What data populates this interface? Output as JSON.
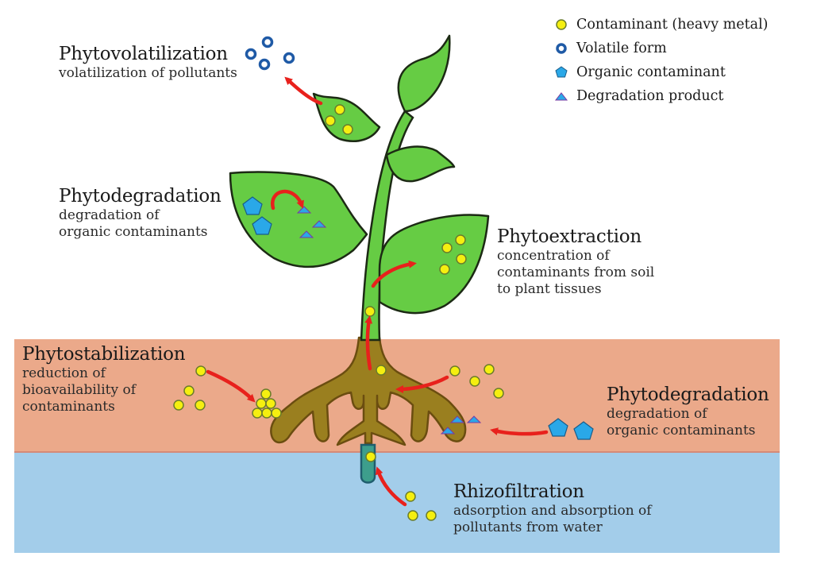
{
  "legend": {
    "items": [
      {
        "icon": "yellow-circle",
        "label": "Contaminant (heavy metal)"
      },
      {
        "icon": "blue-ring",
        "label": "Volatile form"
      },
      {
        "icon": "blue-pentagon",
        "label": "Organic contaminant"
      },
      {
        "icon": "blue-triangle",
        "label": "Degradation product"
      }
    ]
  },
  "processes": {
    "phytovolatilization": {
      "title": "Phytovolatilization",
      "desc": [
        "volatilization of pollutants"
      ]
    },
    "phytodegradation_leaf": {
      "title": "Phytodegradation",
      "desc": [
        "degradation of",
        "organic contaminants"
      ]
    },
    "phytoextraction": {
      "title": "Phytoextraction",
      "desc": [
        "concentration of",
        "contaminants from soil",
        "to plant tissues"
      ]
    },
    "phytostabilization": {
      "title": "Phytostabilization",
      "desc": [
        "reduction of",
        "bioavailability of",
        "contaminants"
      ]
    },
    "phytodegradation_root": {
      "title": "Phytodegradation",
      "desc": [
        "degradation of",
        "organic contaminants"
      ]
    },
    "rhizofiltration": {
      "title": "Rhizofiltration",
      "desc": [
        "adsorption and absorption of",
        "pollutants from water"
      ]
    }
  },
  "colors": {
    "leaf": "#66cc44",
    "soil": "#eba98a",
    "water": "#a3cdea",
    "root": "#9a7f1f",
    "contaminant": "#f5ef10",
    "organic": "#2aa8e8",
    "volatile": "#1f5aa6",
    "arrow": "#e8211c"
  }
}
